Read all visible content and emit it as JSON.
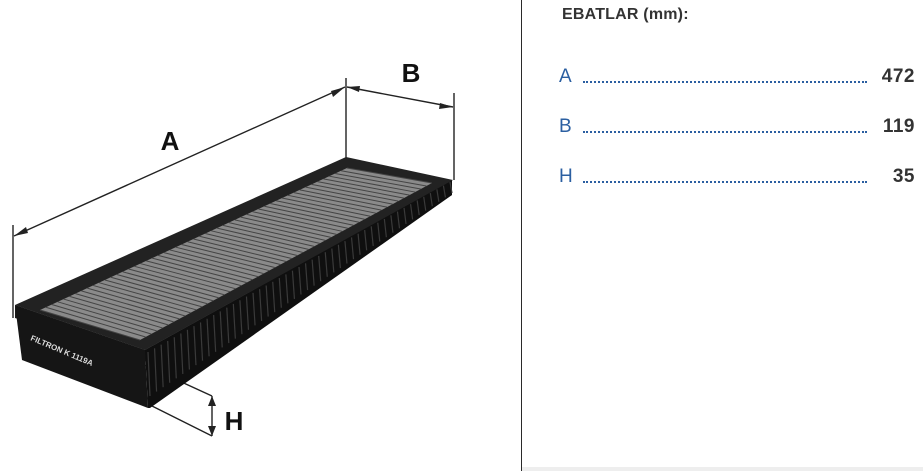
{
  "drawing": {
    "label_a": "A",
    "label_b": "B",
    "label_h": "H",
    "product_marking": "FILTRON K 1119A"
  },
  "dimensions": {
    "title": "EBATLAR (mm):",
    "rows": [
      {
        "label": "A",
        "value": "472"
      },
      {
        "label": "B",
        "value": "119"
      },
      {
        "label": "H",
        "value": "35"
      }
    ]
  },
  "colors": {
    "label_blue": "#2b5fa1",
    "value_text": "#333333",
    "filter_frame": "#1a1a1a",
    "filter_media": "#8a8a8a"
  }
}
